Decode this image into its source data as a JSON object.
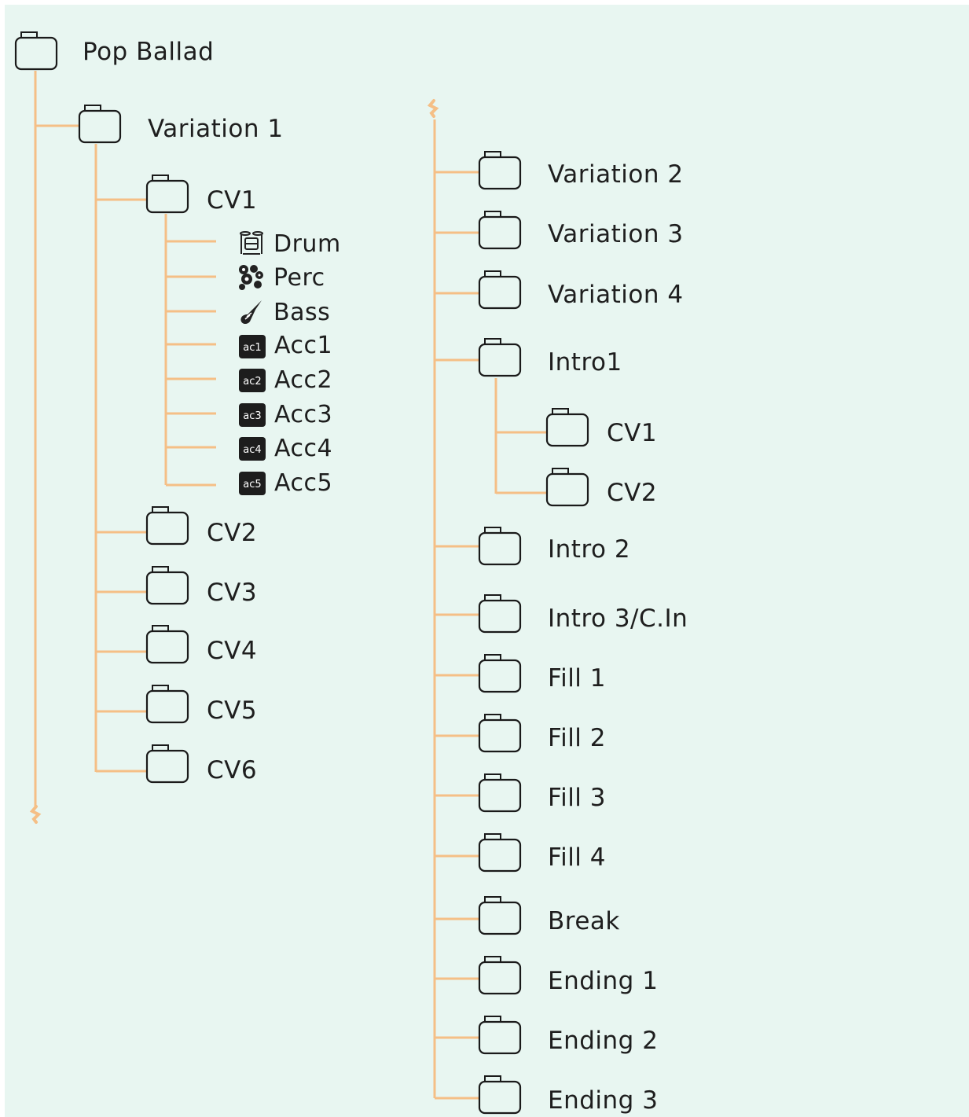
{
  "colors": {
    "background": "#e8f6f1",
    "line": "#f5bf86",
    "folder_stroke": "#1a1a1a",
    "text": "#1e1e1e"
  },
  "tree": {
    "root": {
      "label": "Pop Ballad",
      "icon": "folder-icon"
    },
    "variation1": {
      "label": "Variation 1",
      "icon": "folder-icon"
    },
    "cv1": {
      "label": "CV1",
      "icon": "folder-icon"
    },
    "tracks": [
      {
        "label": "Drum",
        "icon": "drum-kit-icon"
      },
      {
        "label": "Perc",
        "icon": "percussion-icon"
      },
      {
        "label": "Bass",
        "icon": "bass-guitar-icon"
      },
      {
        "label": "Acc1",
        "icon": "acc1-icon",
        "badge": "ac1"
      },
      {
        "label": "Acc2",
        "icon": "acc2-icon",
        "badge": "ac2"
      },
      {
        "label": "Acc3",
        "icon": "acc3-icon",
        "badge": "ac3"
      },
      {
        "label": "Acc4",
        "icon": "acc4-icon",
        "badge": "ac4"
      },
      {
        "label": "Acc5",
        "icon": "acc5-icon",
        "badge": "ac5"
      }
    ],
    "left_cvs": [
      {
        "label": "CV2"
      },
      {
        "label": "CV3"
      },
      {
        "label": "CV4"
      },
      {
        "label": "CV5"
      },
      {
        "label": "CV6"
      }
    ],
    "right_items": [
      {
        "label": "Variation 2"
      },
      {
        "label": "Variation 3"
      },
      {
        "label": "Variation 4"
      },
      {
        "label": "Intro1"
      },
      {
        "label": "Intro 2"
      },
      {
        "label": "Intro 3/C.In"
      },
      {
        "label": "Fill 1"
      },
      {
        "label": "Fill 2"
      },
      {
        "label": "Fill 3"
      },
      {
        "label": "Fill 4"
      },
      {
        "label": "Break"
      },
      {
        "label": "Ending 1"
      },
      {
        "label": "Ending 2"
      },
      {
        "label": "Ending 3"
      }
    ],
    "intro1_children": [
      {
        "label": "CV1"
      },
      {
        "label": "CV2"
      }
    ]
  }
}
